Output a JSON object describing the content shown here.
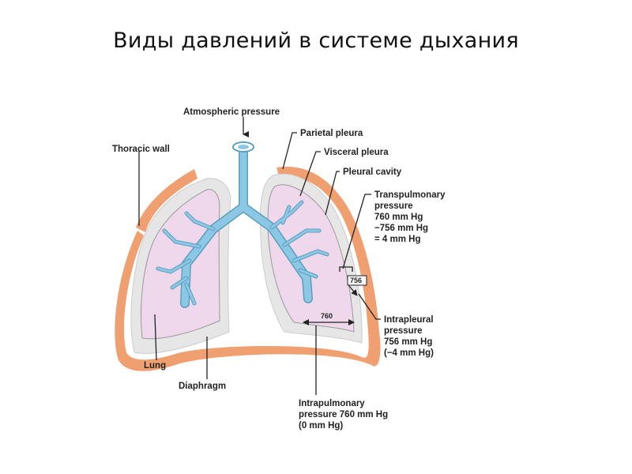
{
  "title": "Виды давлений в системе дыхания",
  "labels": {
    "atmospheric": "Atmospheric pressure",
    "parietal": "Parietal pleura",
    "visceral": "Visceral pleura",
    "pleural_cavity": "Pleural cavity",
    "thoracic_wall": "Thoracic wall",
    "transpulmonary": [
      "Transpulmonary",
      "pressure",
      "760 mm Hg",
      "−756 mm Hg",
      "= 4 mm Hg"
    ],
    "intrapleural": [
      "Intrapleural",
      "pressure",
      "756 mm Hg",
      "(−4 mm Hg)"
    ],
    "lung": "Lung",
    "diaphragm": "Diaphragm",
    "intrapulmonary": [
      "Intrapulmonary",
      "pressure 760 mm Hg",
      "(0 mm Hg)"
    ]
  },
  "marks": {
    "intrapulmonary_value": "760",
    "intrapleural_value": "756"
  },
  "colors": {
    "thoracic_wall": "#f0a070",
    "pleura": "#e4e4e4",
    "lung": "#f0d8ec",
    "airway": "#8cc8e4"
  }
}
